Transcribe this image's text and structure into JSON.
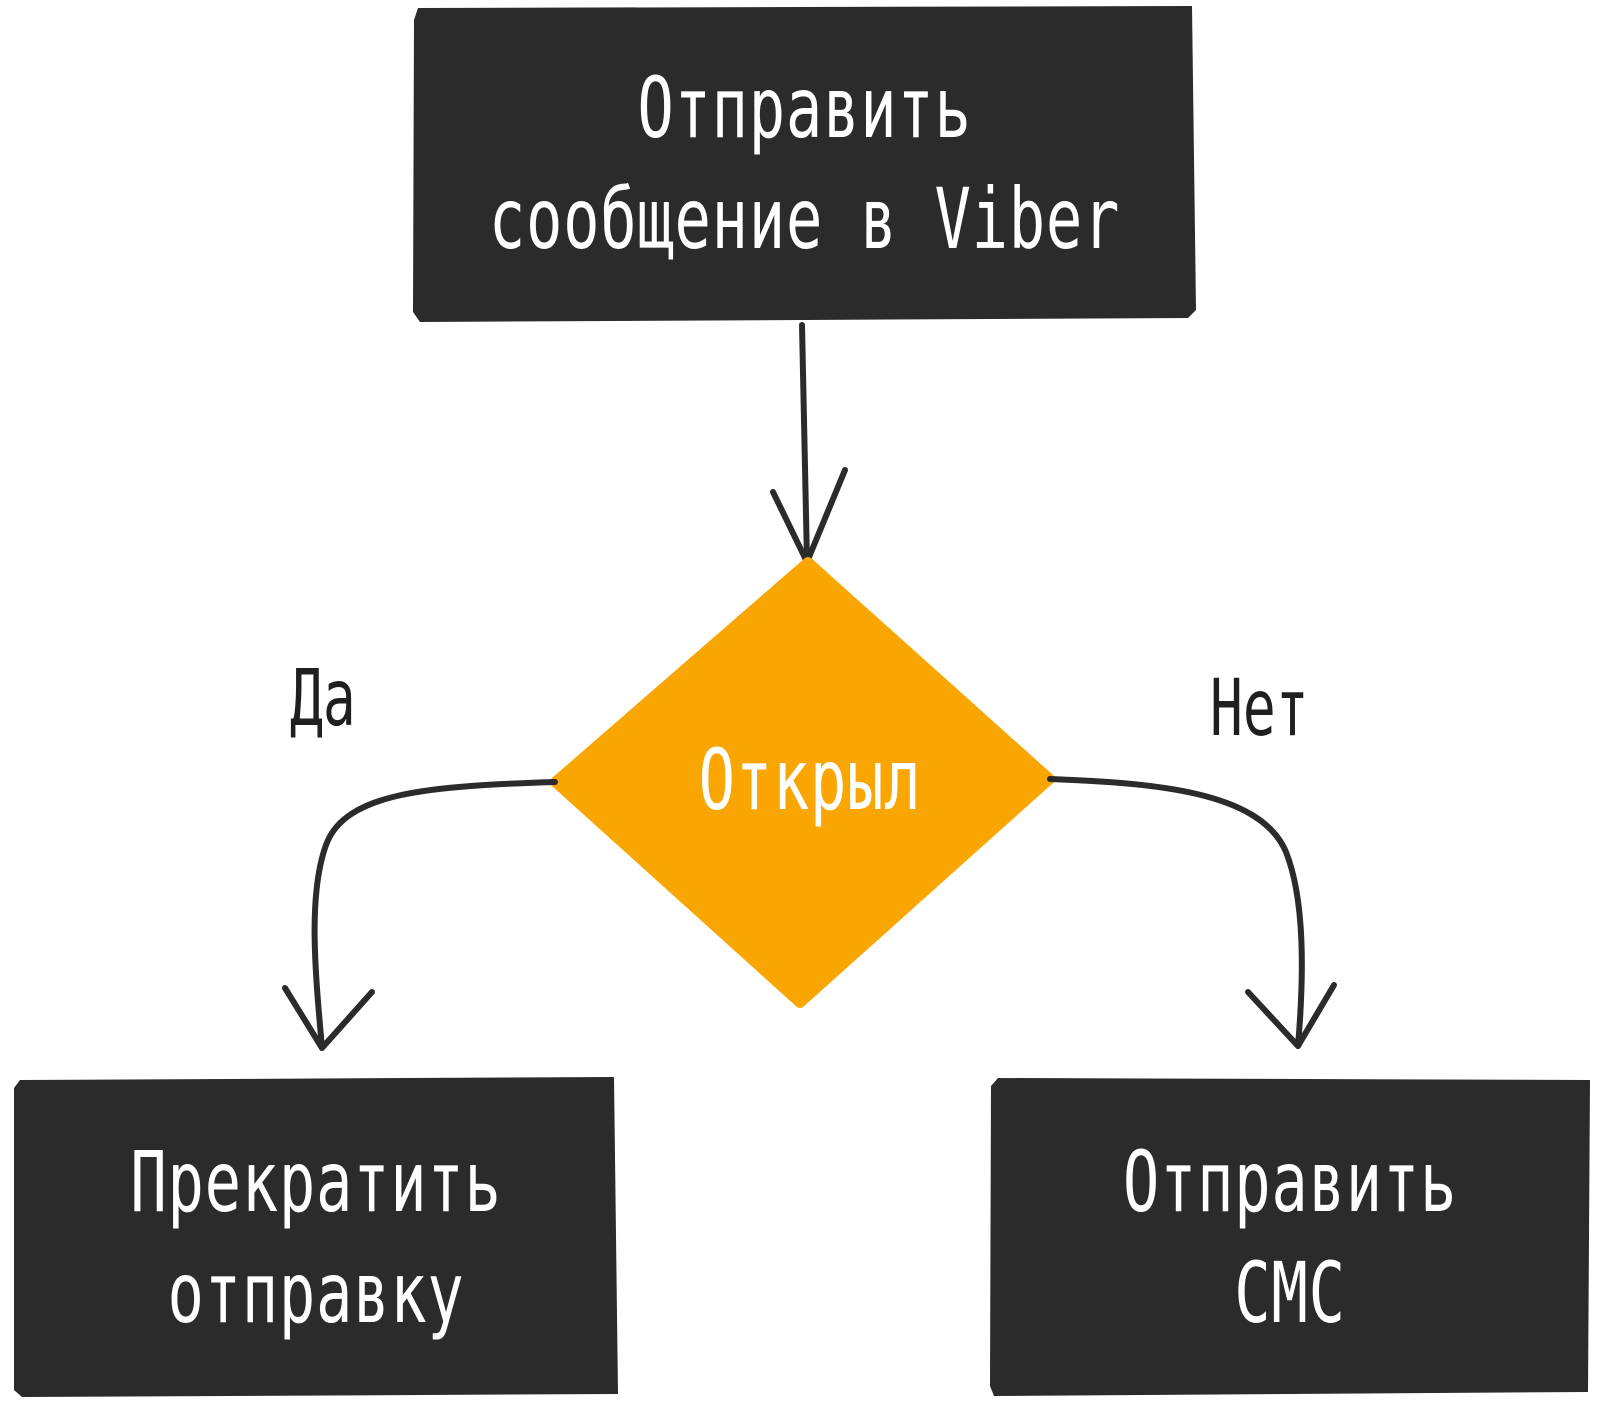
{
  "nodes": {
    "start": {
      "line1": "Отправить",
      "line2": "сообщение в Viber"
    },
    "decision": {
      "label": "Открыл"
    },
    "yes_action": {
      "line1": "Прекратить",
      "line2": "отправку"
    },
    "no_action": {
      "line1": "Отправить",
      "line2": "СМС"
    }
  },
  "edges": {
    "yes_label": "Да",
    "no_label": "Нет"
  },
  "colors": {
    "box_fill": "#2b2b2b",
    "decision_fill": "#f9a602",
    "line": "#2b2b2b",
    "node_text": "#ffffff",
    "label_text": "#1f1f1f"
  }
}
